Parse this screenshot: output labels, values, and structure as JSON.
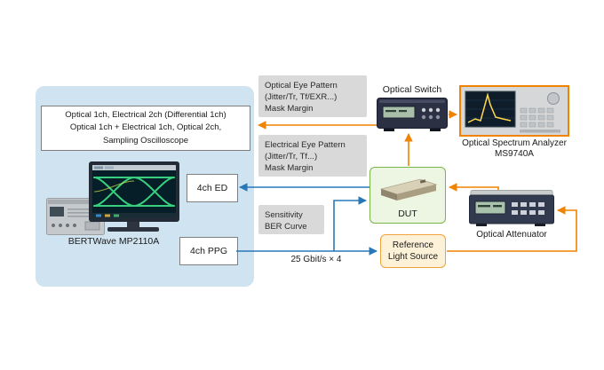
{
  "bertwave": {
    "spec_line1": "Optical 1ch, Electrical 2ch (Differential 1ch)",
    "spec_line2": "Optical 1ch + Electrical 1ch, Optical 2ch,",
    "spec_line3": "Sampling Oscilloscope",
    "label": "BERTWave MP2110A",
    "ed_label": "4ch ED",
    "ppg_label": "4ch PPG"
  },
  "annotations": {
    "optical_eye": {
      "line1": "Optical Eye Pattern",
      "line2": "(Jitter/Tr, Tf/EXR...)",
      "line3": "Mask Margin"
    },
    "electrical_eye": {
      "line1": "Electrical Eye Pattern",
      "line2": "(Jitter/Tr, Tf...)",
      "line3": "Mask Margin"
    },
    "sensitivity": {
      "line1": "Sensitivity",
      "line2": "BER Curve"
    }
  },
  "devices": {
    "optical_switch_label": "Optical Switch",
    "osa_label": "Optical Spectrum Analyzer",
    "osa_model": "MS9740A",
    "dut_label": "DUT",
    "ref_light_line1": "Reference",
    "ref_light_line2": "Light Source",
    "attenuator_label": "Optical Attenuator"
  },
  "signal": {
    "bitrate_label": "25 Gbit/s × 4"
  },
  "colors": {
    "panel_blue": "#cfe3f0",
    "arrow_blue": "#2878b8",
    "arrow_orange": "#f08300",
    "annotation_gray": "#d9d9d9",
    "dut_green_border": "#7ab648",
    "ref_orange_border": "#f0a23c",
    "eye_trace_green": "#38d07c",
    "spectrum_trace_yellow": "#ffd84d"
  }
}
